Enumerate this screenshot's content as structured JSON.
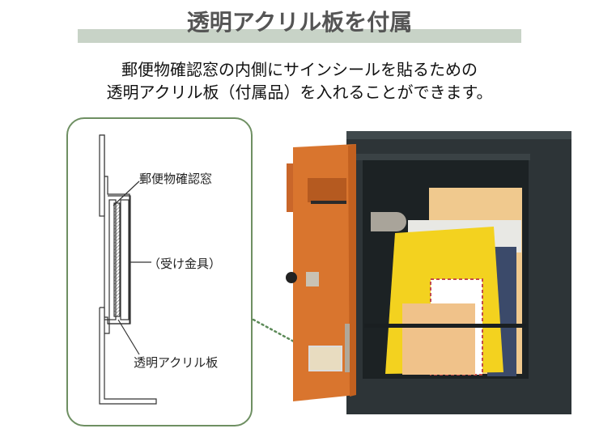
{
  "header": {
    "title": "透明アクリル板を付属",
    "band_color": "#c8d3c7"
  },
  "description": {
    "lines": [
      "郵便物確認窓の内側にサインシールを貼るための",
      "透明アクリル板（付属品）を入れることができます。"
    ]
  },
  "diagram": {
    "border_color": "#6e8f62",
    "labels": {
      "window": "郵便物確認窓",
      "bracket": "（受け金具）",
      "acrylic": "透明アクリル板"
    }
  },
  "photo": {
    "subject": "mailbox-open-door",
    "colors": {
      "door": "#d9752e",
      "body": "#2d3437",
      "envelope_yellow": "#f3d21f",
      "envelope_kraft": "#f0c98e"
    }
  }
}
